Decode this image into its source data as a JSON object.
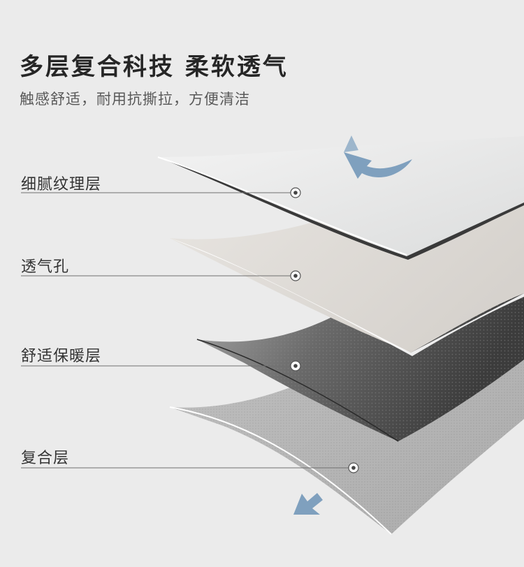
{
  "header": {
    "title": "多层复合科技 柔软透气",
    "subtitle": "触感舒适，耐用抗撕拉，方便清洁"
  },
  "layers": [
    {
      "label": "细腻纹理层"
    },
    {
      "label": "透气孔"
    },
    {
      "label": "舒适保暖层"
    },
    {
      "label": "复合层"
    }
  ],
  "colors": {
    "background": "#ebebeb",
    "title": "#262626",
    "arrow": "#7fa0be",
    "layer_top": "#e4e5e5",
    "layer_beige": "#dedad5",
    "layer_dark": "#555555",
    "layer_bottom": "#a4a4a4"
  },
  "icons": [
    "circle-marker-icon",
    "curved-arrow-up-icon",
    "arrow-down-left-icon"
  ]
}
